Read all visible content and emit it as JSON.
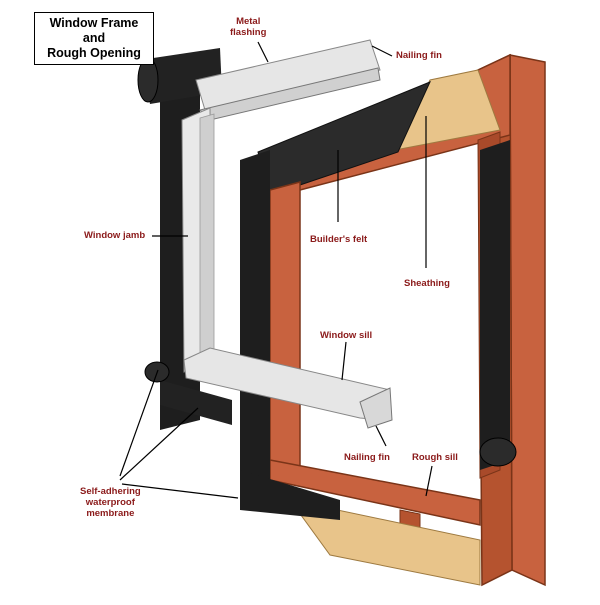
{
  "title": {
    "line1": "Window Frame and",
    "line2": "Rough Opening"
  },
  "labels": {
    "metal_flashing": {
      "line1": "Metal",
      "line2": "flashing"
    },
    "nailing_fin_top": "Nailing fin",
    "window_jamb": "Window jamb",
    "builders_felt": "Builder's felt",
    "sheathing": "Sheathing",
    "window_sill": "Window sill",
    "nailing_fin_bottom": "Nailing fin",
    "rough_sill": "Rough sill",
    "membrane": {
      "line1": "Self-adhering",
      "line2": "waterproof",
      "line3": "membrane"
    }
  },
  "colors": {
    "label_text": "#8b1a1a",
    "wood": "#c8623f",
    "wood_dark": "#9e4528",
    "plywood": "#e8c48a",
    "felt": "#2b2b2b",
    "membrane": "#1e1e1e",
    "frame": "#e6e6e6"
  }
}
